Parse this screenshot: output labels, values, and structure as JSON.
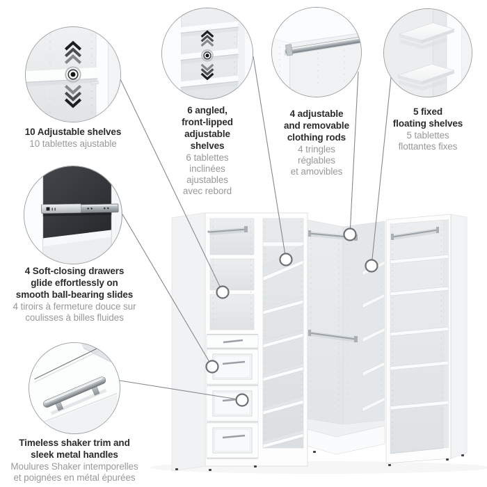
{
  "colors": {
    "background": "#ffffff",
    "title_text": "#2a2b2d",
    "subtitle_text": "#97999c",
    "leader_line": "#85898c",
    "callout_ring": "#9ba0a3",
    "cabinet_white": "#fdfdfe",
    "cabinet_interior": "#e8eaec",
    "chrome": "#9ba2a7",
    "dark_panel": "#2b2e31"
  },
  "callouts": [
    {
      "id": "adjustable-shelves",
      "title": "10 Adjustable shelves",
      "subtitle": "10 tablettes ajustable",
      "icon": "shelf-pin-zoom-with-adjust-arrows"
    },
    {
      "id": "angled-shelves",
      "title": "6 angled,\nfront-lipped\nadjustable\nshelves",
      "subtitle": "6 tablettes\ninclinées\najustables\navec rebord",
      "icon": "angled-shelves-zoom-with-adjust-arrows"
    },
    {
      "id": "clothing-rods",
      "title": "4 adjustable\nand removable\nclothing rods",
      "subtitle": "4 tringles\nréglables\net amovibles",
      "icon": "clothing-rod-closeup"
    },
    {
      "id": "floating-shelves",
      "title": "5 fixed\nfloating shelves",
      "subtitle": "5 tablettes\nflottantes fixes",
      "icon": "corner-floating-shelves-closeup"
    },
    {
      "id": "soft-close-drawers",
      "title": "4 Soft-closing drawers\nglide effortlessly on\nsmooth ball-bearing slides",
      "subtitle": "4 tiroirs à fermeture douce sur\ncoulisses à billes fluides",
      "icon": "ball-bearing-slide-closeup"
    },
    {
      "id": "shaker-handles",
      "title": "Timeless shaker trim and\nsleek metal handles",
      "subtitle": "Moulures Shaker intemporelles\net poignées en métal épurées",
      "icon": "metal-bar-handle-closeup"
    }
  ]
}
